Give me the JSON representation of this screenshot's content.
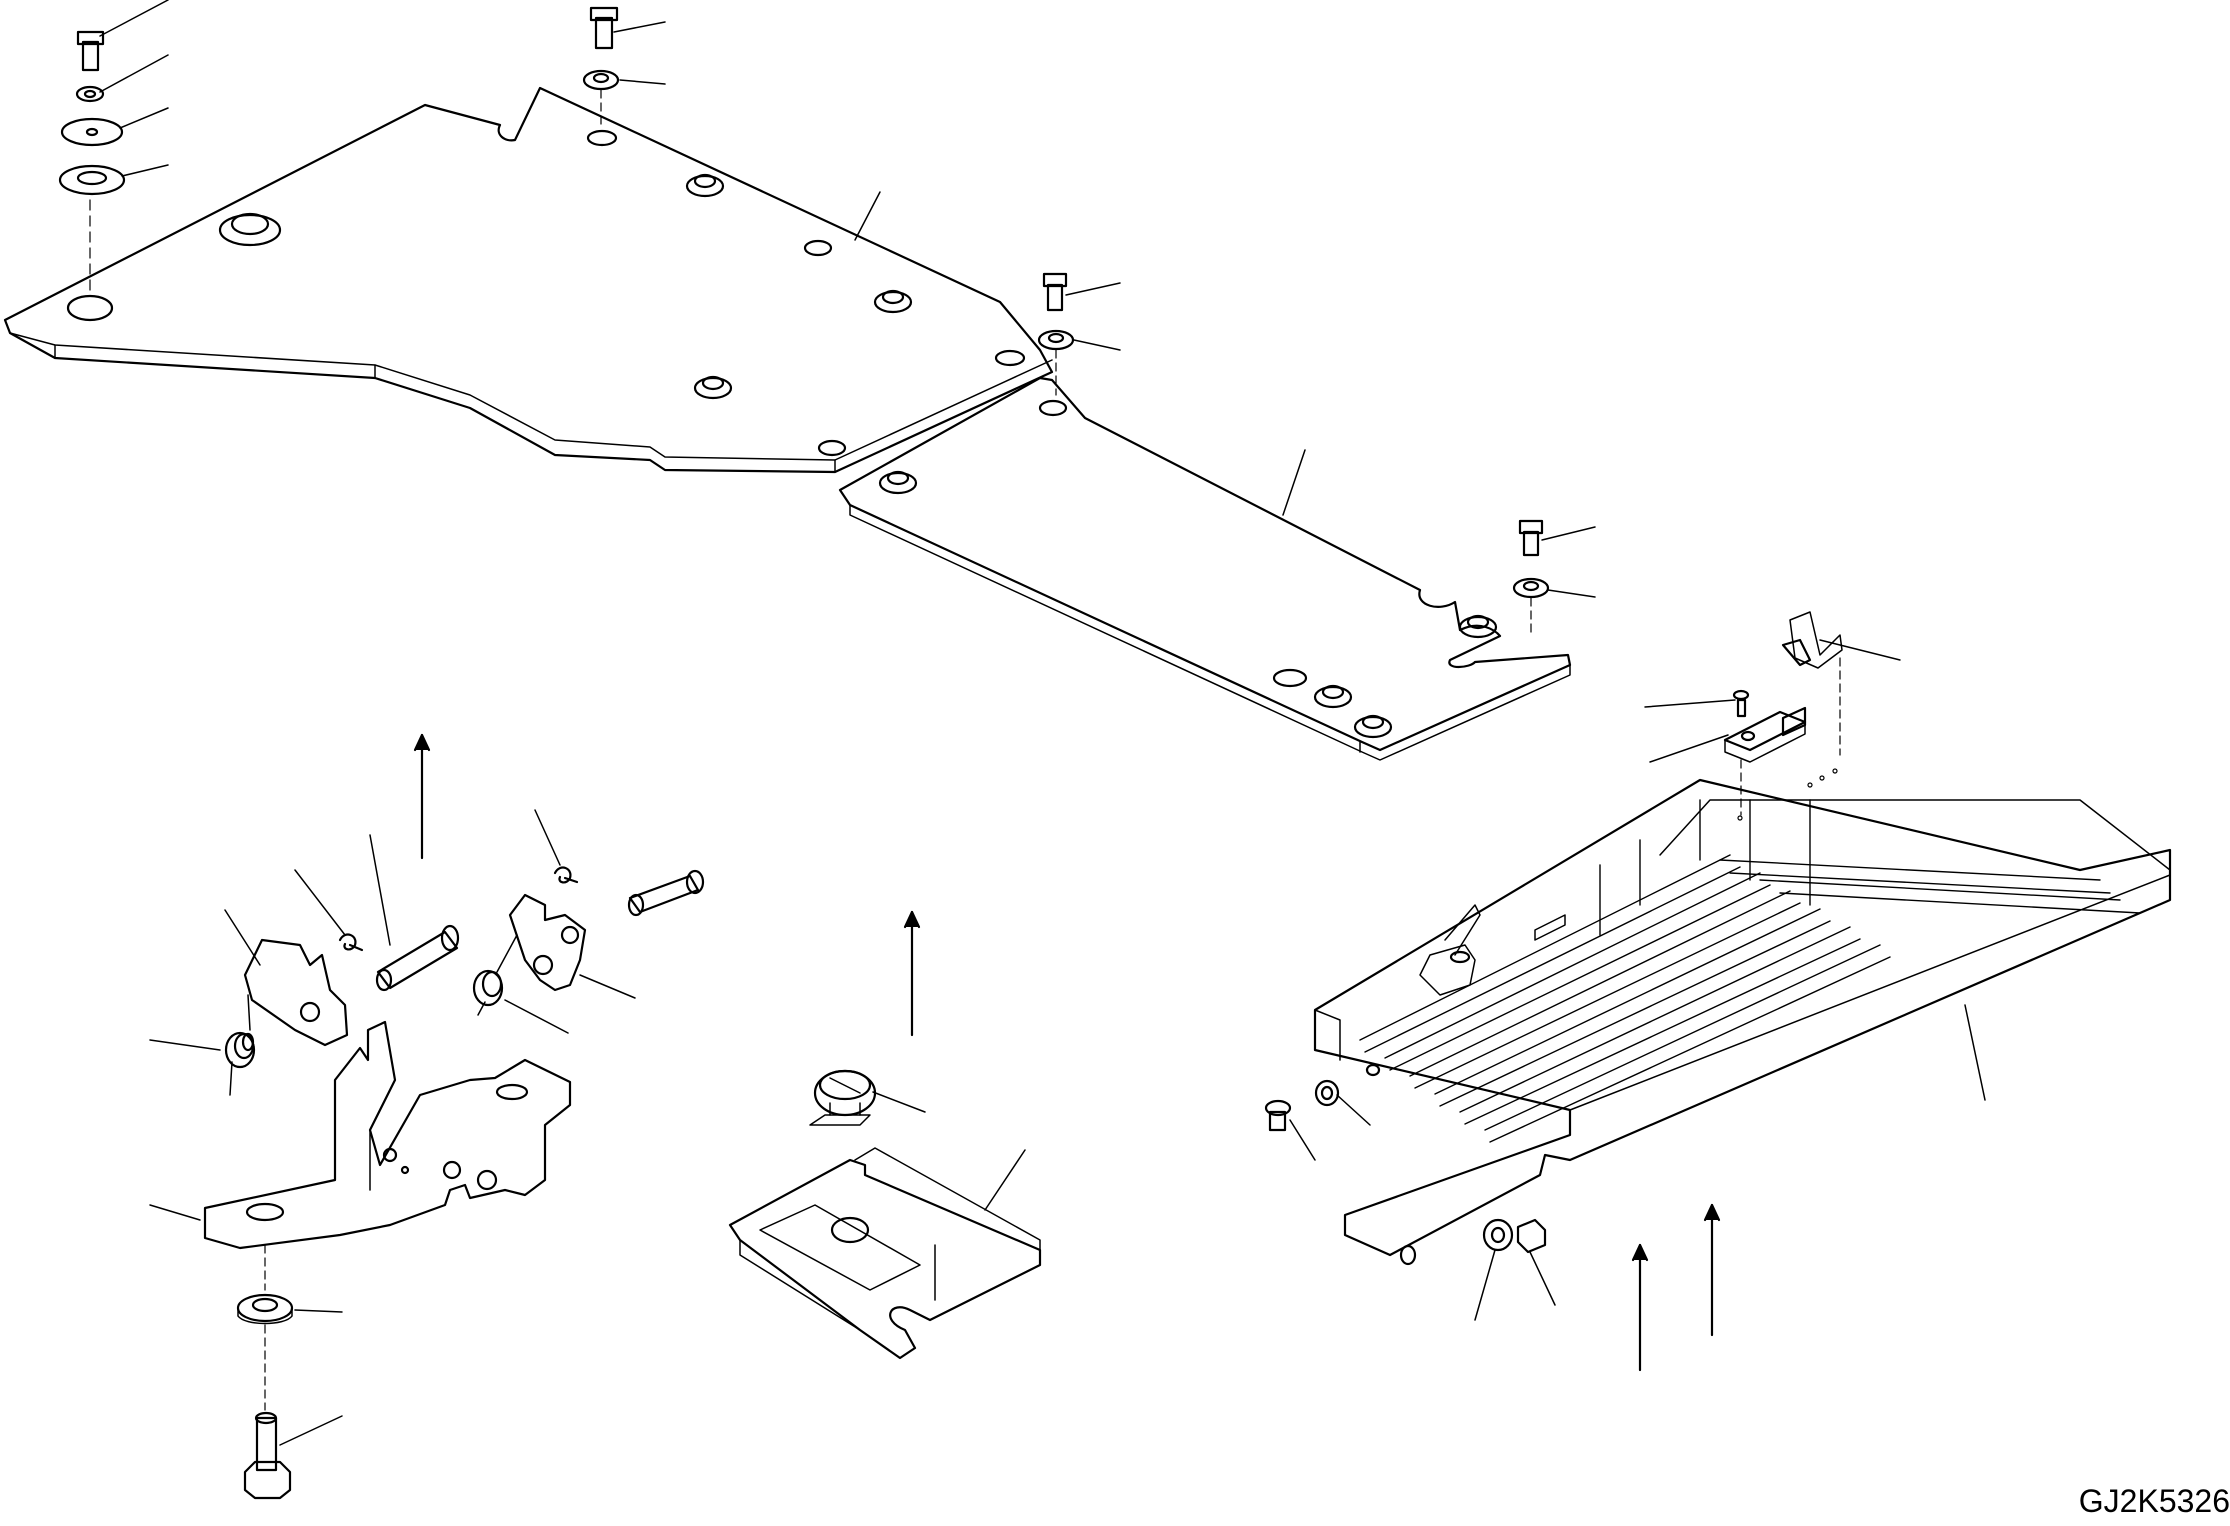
{
  "drawing": {
    "reference_code": "GJ2K5326",
    "line_color": "#000000",
    "background_color": "#ffffff",
    "style": "exploded parts diagram, black line art, unnumbered leader lines"
  },
  "assemblies": [
    {
      "id": "floor-cover-left"
    },
    {
      "id": "floor-cover-right"
    },
    {
      "id": "step-grating"
    },
    {
      "id": "hood-latch-bracket"
    },
    {
      "id": "latch-striker"
    }
  ]
}
